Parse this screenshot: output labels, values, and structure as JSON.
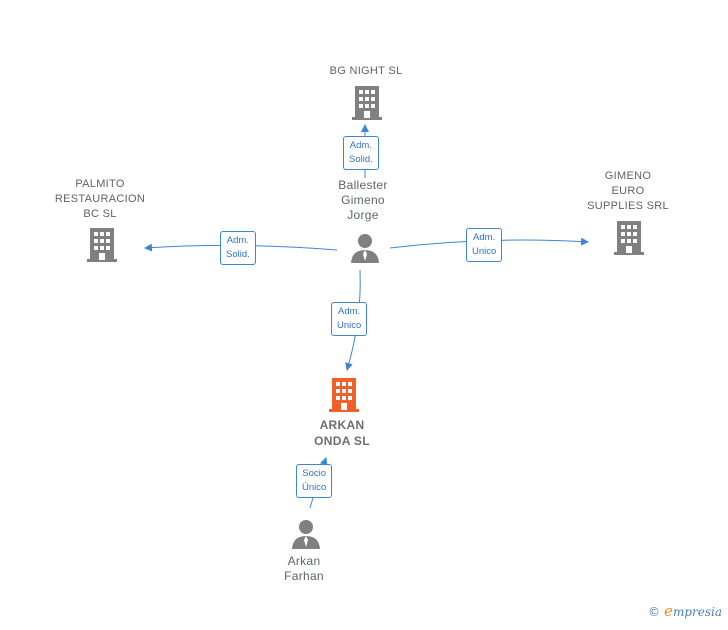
{
  "nodes": {
    "bg_night": {
      "label": "BG NIGHT  SL"
    },
    "palmito": {
      "label": "PALMITO\nRESTAURACION\nBC  SL"
    },
    "gimeno_euro": {
      "label": "GIMENO\nEURO\nSUPPLIES SRL"
    },
    "ballester": {
      "label": "Ballester\nGimeno\nJorge"
    },
    "arkan_onda": {
      "label": "ARKAN\nONDA  SL"
    },
    "arkan_farhan": {
      "label": "Arkan\nFarhan"
    }
  },
  "edges": {
    "to_bg_night": {
      "label": "Adm.\nSolid."
    },
    "to_palmito": {
      "label": "Adm.\nSolid."
    },
    "to_gimeno": {
      "label": "Adm.\nUnico"
    },
    "to_arkan_onda": {
      "label": "Adm.\nUnico"
    },
    "farhan_to_arkan": {
      "label": "Socio\nÚnico"
    }
  },
  "brand": {
    "copyright": "©",
    "initial": "e",
    "rest": "mpresia"
  },
  "colors": {
    "edge": "#3d86d6",
    "company": "#808080",
    "focus_company": "#f0602a",
    "person": "#808080"
  },
  "icons": {
    "company": "building-icon",
    "person": "person-icon"
  }
}
